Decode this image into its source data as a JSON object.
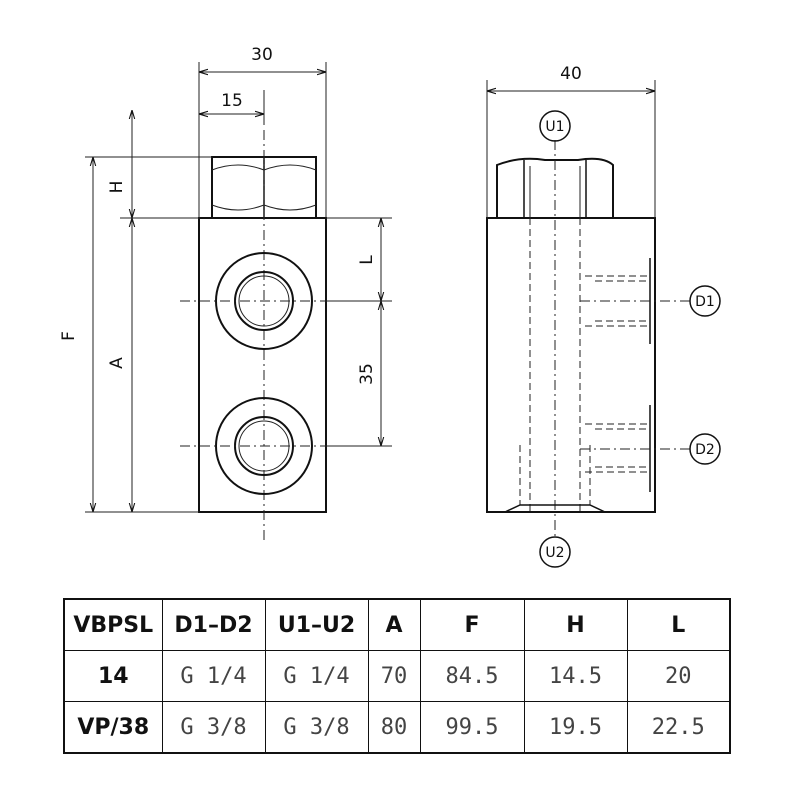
{
  "drawing": {
    "front_view": {
      "dim_width": "30",
      "dim_half": "15",
      "dim_H": "H",
      "dim_F": "F",
      "dim_A": "A",
      "dim_L": "L",
      "dim_pitch": "35"
    },
    "side_view": {
      "dim_width": "40",
      "ports": [
        "U1",
        "D1",
        "D2",
        "U2"
      ]
    }
  },
  "table": {
    "headers": [
      "VBPSL",
      "D1–D2",
      "U1–U2",
      "A",
      "F",
      "H",
      "L"
    ],
    "rows": [
      [
        "14",
        "G 1/4",
        "G 1/4",
        "70",
        "84.5",
        "14.5",
        "20"
      ],
      [
        "VP/38",
        "G 3/8",
        "G 3/8",
        "80",
        "99.5",
        "19.5",
        "22.5"
      ]
    ]
  }
}
